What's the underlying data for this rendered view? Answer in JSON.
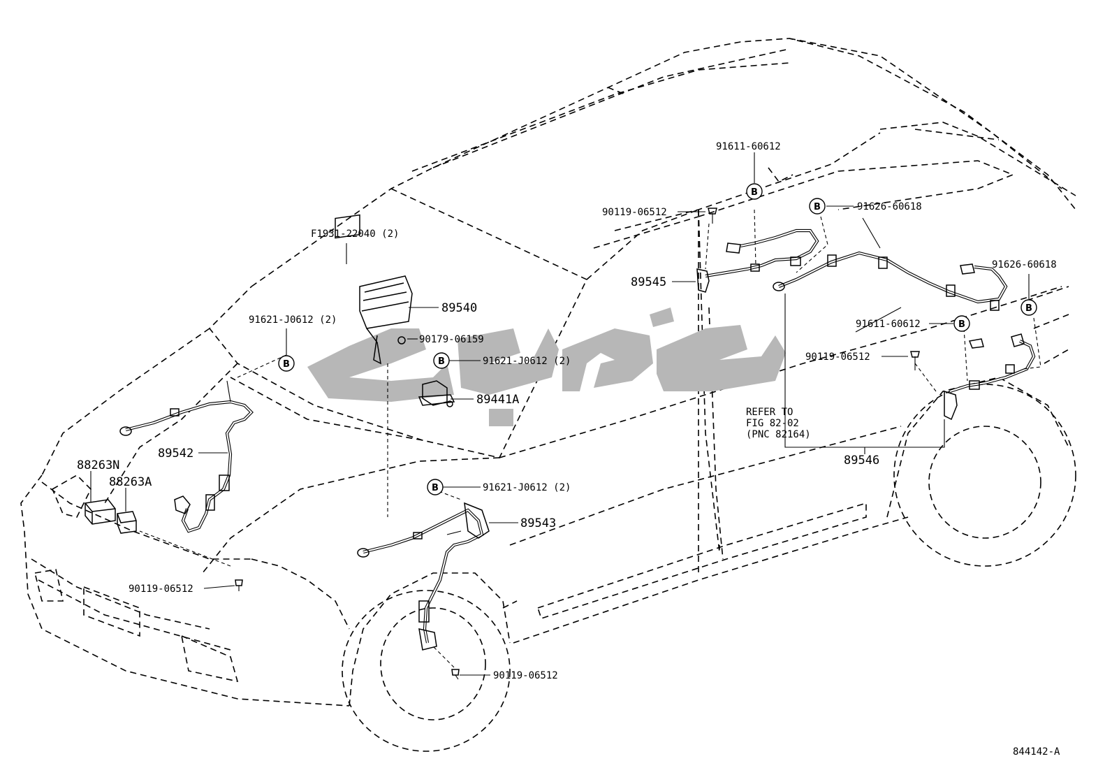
{
  "figure_id": "844142-A",
  "watermark_text": "ثلاثة",
  "callout_symbol": "B",
  "parts": {
    "p91611_top": "91611-60612",
    "p90119_top": "90119-06512",
    "p91626_a": "91626-60618",
    "p89545": "89545",
    "p91626_b": "91626-60618",
    "p91611_mid": "91611-60612",
    "p90119_right": "90119-06512",
    "refer_line1": "REFER TO",
    "refer_line2": "FIG 82-02",
    "refer_line3": "(PNC 82164)",
    "p89546": "89546",
    "pF1931": "F1931-22040 (2)",
    "p89540": "89540",
    "p91621_left": "91621-J0612 (2)",
    "p90179": "90179-06159",
    "p91621_mid": "91621-J0612 (2)",
    "p89441A": "89441A",
    "p89542": "89542",
    "p88263N": "88263N",
    "p88263A": "88263A",
    "p91621_low": "91621-J0612 (2)",
    "p89543": "89543",
    "p90119_left": "90119-06512",
    "p90119_bottom": "90119-06512"
  }
}
